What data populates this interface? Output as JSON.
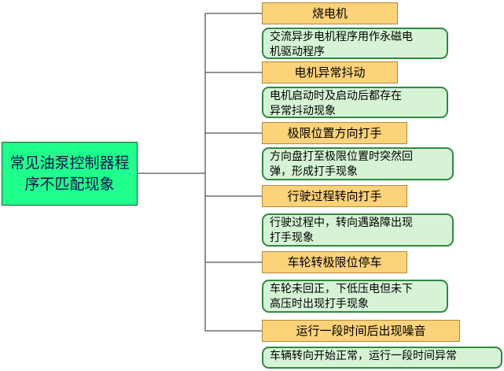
{
  "root": {
    "label": "常见油泵控制器程序不匹配现象"
  },
  "branches": [
    {
      "title": "烧电机",
      "lines": [
        "交流异步电机程序用作永磁电",
        "机驱动程序"
      ]
    },
    {
      "title": "电机异常抖动",
      "lines": [
        "电机启动时及启动后都存在",
        "异常抖动现象"
      ]
    },
    {
      "title": "极限位置方向打手",
      "lines": [
        "方向盘打至极限位置时突然回",
        "弹，形成打手现象"
      ]
    },
    {
      "title": "行驶过程转向打手",
      "lines": [
        "行驶过程中，转向遇路障出现",
        "打手现象"
      ]
    },
    {
      "title": "车轮转极限位停车",
      "lines": [
        "车轮未回正，下低压电但未下",
        "高压时出现打手现象"
      ]
    },
    {
      "title": "运行一段时间后出现噪音",
      "lines": [
        "车辆转向开始正常，运行一段时间异常"
      ]
    }
  ]
}
